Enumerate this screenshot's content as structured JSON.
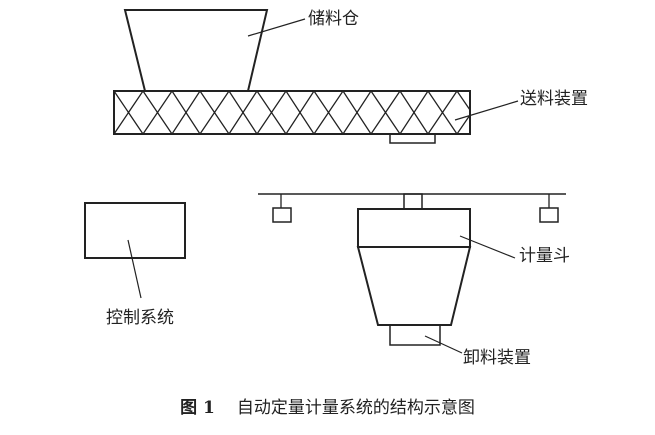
{
  "labels": {
    "storage_bin": "储料仓",
    "feeding_device": "送料装置",
    "control_system": "控制系统",
    "weighing_hopper": "计量斗",
    "discharge_device": "卸料装置"
  },
  "caption": {
    "figure_number": "图 1",
    "title": "自动定量计量系统的结构示意图"
  }
}
